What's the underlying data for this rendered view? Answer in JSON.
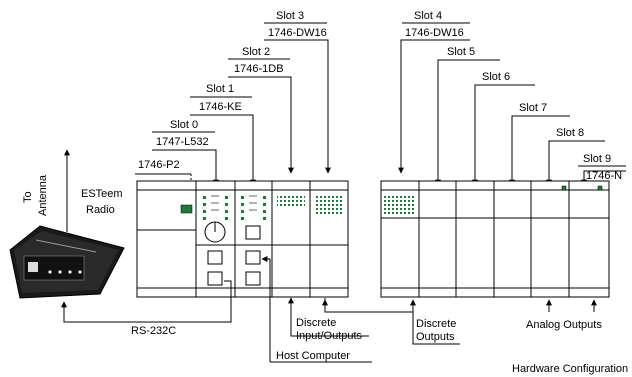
{
  "slots": [
    {
      "label": "Slot 0",
      "module": "1747-L532"
    },
    {
      "label": "Slot 1",
      "module": "1746-KE"
    },
    {
      "label": "Slot 2",
      "module": "1746-1DB"
    },
    {
      "label": "Slot 3",
      "module": "1746-DW16"
    },
    {
      "label": "Slot 4",
      "module": "1746-DW16"
    },
    {
      "label": "Slot 5",
      "module": ""
    },
    {
      "label": "Slot 6",
      "module": ""
    },
    {
      "label": "Slot 7",
      "module": ""
    },
    {
      "label": "Slot 8",
      "module": ""
    },
    {
      "label": "Slot 9",
      "module": "1746-N"
    }
  ],
  "power_supply": "1746-P2",
  "radio": {
    "line1": "ESTeem",
    "line2": "Radio"
  },
  "antenna": {
    "line1": "To",
    "line2": "Antenna"
  },
  "rs232": "RS-232C",
  "host_computer": "Host Computer",
  "discrete_io": {
    "line1": "Discrete",
    "line2": "Input/Outputs"
  },
  "discrete_outputs": {
    "line1": "Discrete",
    "line2": "Outputs"
  },
  "analog_outputs": "Analog Outputs",
  "caption": "Hardware Configuration",
  "colors": {
    "led": "#1f7a3a",
    "line": "#000000"
  }
}
